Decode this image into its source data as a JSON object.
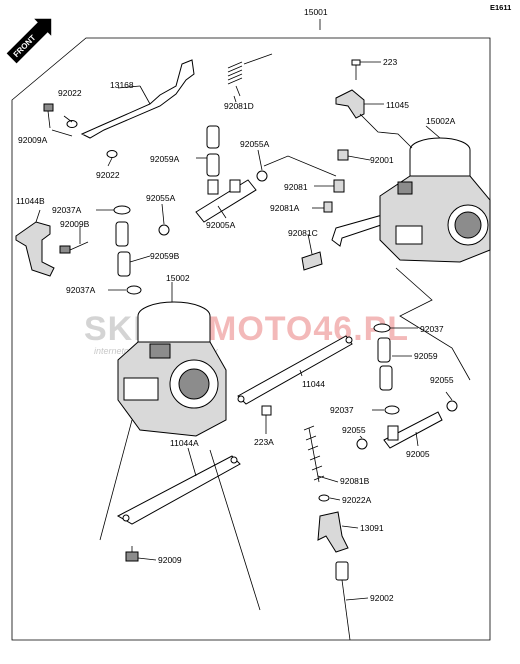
{
  "diagram_code": "E1611",
  "front_label": "FRONT",
  "main_part": "15001",
  "watermark": {
    "left": "SKLEP",
    "right": "MOTO46.PL",
    "sub": "internetowy sklep motocyklowy",
    "left_color": "#d4d4d4",
    "right_color": "#f3b9b9"
  },
  "labels": {
    "p223": "223",
    "p11045": "11045",
    "p15002A": "15002A",
    "p92022_top": "92022",
    "p13168": "13168",
    "p92081D": "92081D",
    "p92009A": "92009A",
    "p92022_mid": "92022",
    "p92059A": "92059A",
    "p92055A_top": "92055A",
    "p92001": "92001",
    "p92081": "92081",
    "p92081A": "92081A",
    "p92081C": "92081C",
    "p11044B": "11044B",
    "p92037A_top": "92037A",
    "p92055A_mid": "92055A",
    "p92009B": "92009B",
    "p92005A": "92005A",
    "p92059B": "92059B",
    "p15002": "15002",
    "p92037A_low": "92037A",
    "p92037": "92037",
    "p92059": "92059",
    "p11044": "11044",
    "p92055": "92055",
    "p92037_low": "92037",
    "p223A": "223A",
    "p92055_low": "92055",
    "p92005": "92005",
    "p11044A": "11044A",
    "p92081B": "92081B",
    "p92022A": "92022A",
    "p13091": "13091",
    "p92009": "92009",
    "p92002": "92002"
  }
}
